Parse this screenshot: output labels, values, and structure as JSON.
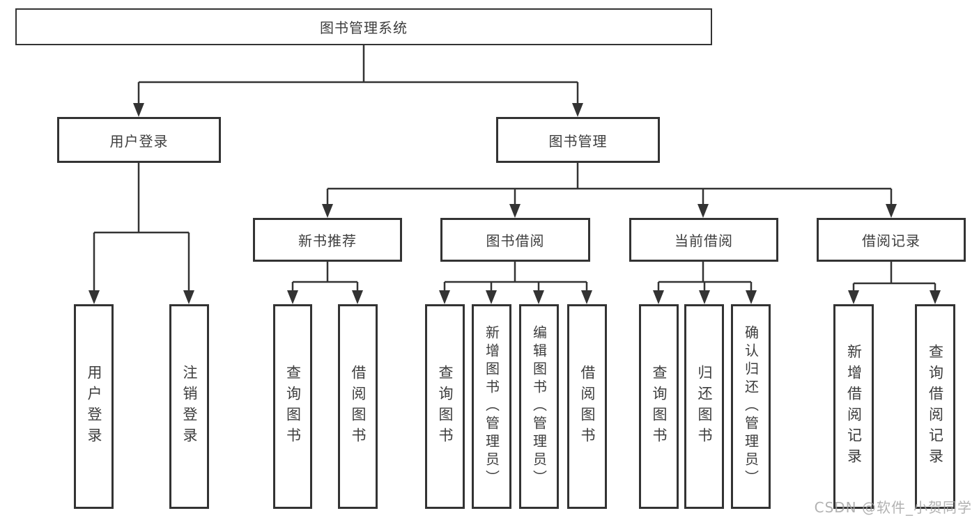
{
  "tree": {
    "label": "图书管理系统",
    "children": [
      {
        "label": "用户登录",
        "children": [
          {
            "label": "用户登录"
          },
          {
            "label": "注销登录"
          }
        ]
      },
      {
        "label": "图书管理",
        "children": [
          {
            "label": "新书推荐",
            "children": [
              {
                "label": "查询图书"
              },
              {
                "label": "借阅图书"
              }
            ]
          },
          {
            "label": "图书借阅",
            "children": [
              {
                "label": "查询图书"
              },
              {
                "label": "新增图书（管理员）"
              },
              {
                "label": "编辑图书（管理员）"
              },
              {
                "label": "借阅图书"
              }
            ]
          },
          {
            "label": "当前借阅",
            "children": [
              {
                "label": "查询图书"
              },
              {
                "label": "归还图书"
              },
              {
                "label": "确认归还（管理员）"
              }
            ]
          },
          {
            "label": "借阅记录",
            "children": [
              {
                "label": "新增借阅记录"
              },
              {
                "label": "查询借阅记录"
              }
            ]
          }
        ]
      }
    ]
  },
  "watermark": {
    "text": "CSDN @软件_小贺同学"
  },
  "colors": {
    "line": "#333333",
    "box_border": "#333333",
    "text": "#3d3d3d",
    "background": "#ffffff",
    "watermark": "#a5a5a5"
  }
}
